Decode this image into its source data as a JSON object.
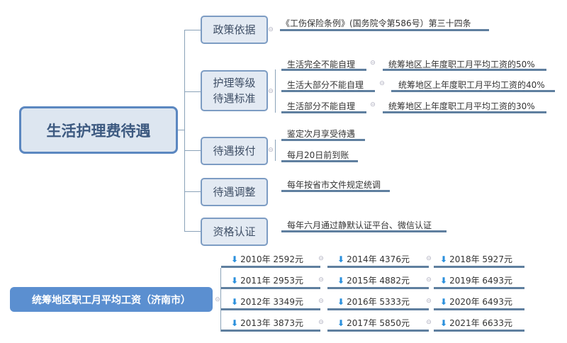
{
  "central": "生活护理费待遇",
  "branches": [
    {
      "label": "政策依据",
      "leaves": [
        "《工伤保险条例》(国务院令第586号）第三十四条"
      ]
    },
    {
      "label": "护理等级待遇标准",
      "levels": [
        {
          "level": "生活完全不能自理",
          "standard": "统筹地区上年度职工月平均工资的50%"
        },
        {
          "level": "生活大部分不能自理",
          "standard": "统筹地区上年度职工月平均工资的40%"
        },
        {
          "level": "生活部分不能自理",
          "standard": "统筹地区上年度职工月平均工资的30%"
        }
      ]
    },
    {
      "label": "待遇拨付",
      "leaves": [
        "鉴定次月享受待遇",
        "每月20日前到账"
      ]
    },
    {
      "label": "待遇调整",
      "leaves": [
        "每年按省市文件规定统调"
      ]
    },
    {
      "label": "资格认证",
      "leaves": [
        "每年六月通过静默认证平台、微信认证"
      ]
    }
  ],
  "wages": {
    "title": "统筹地区职工月平均工资（济南市）",
    "items": [
      "2010年 2592元",
      "2011年 2953元",
      "2012年 3349元",
      "2013年 3873元",
      "2014年 4376元",
      "2015年 4882元",
      "2016年 5333元",
      "2017年 5850元",
      "2018年 5927元",
      "2019年 6493元",
      "2020年 6493元",
      "2021年 6633元"
    ]
  },
  "icons": {
    "toggle": "⊝",
    "arrow": "⬇"
  }
}
